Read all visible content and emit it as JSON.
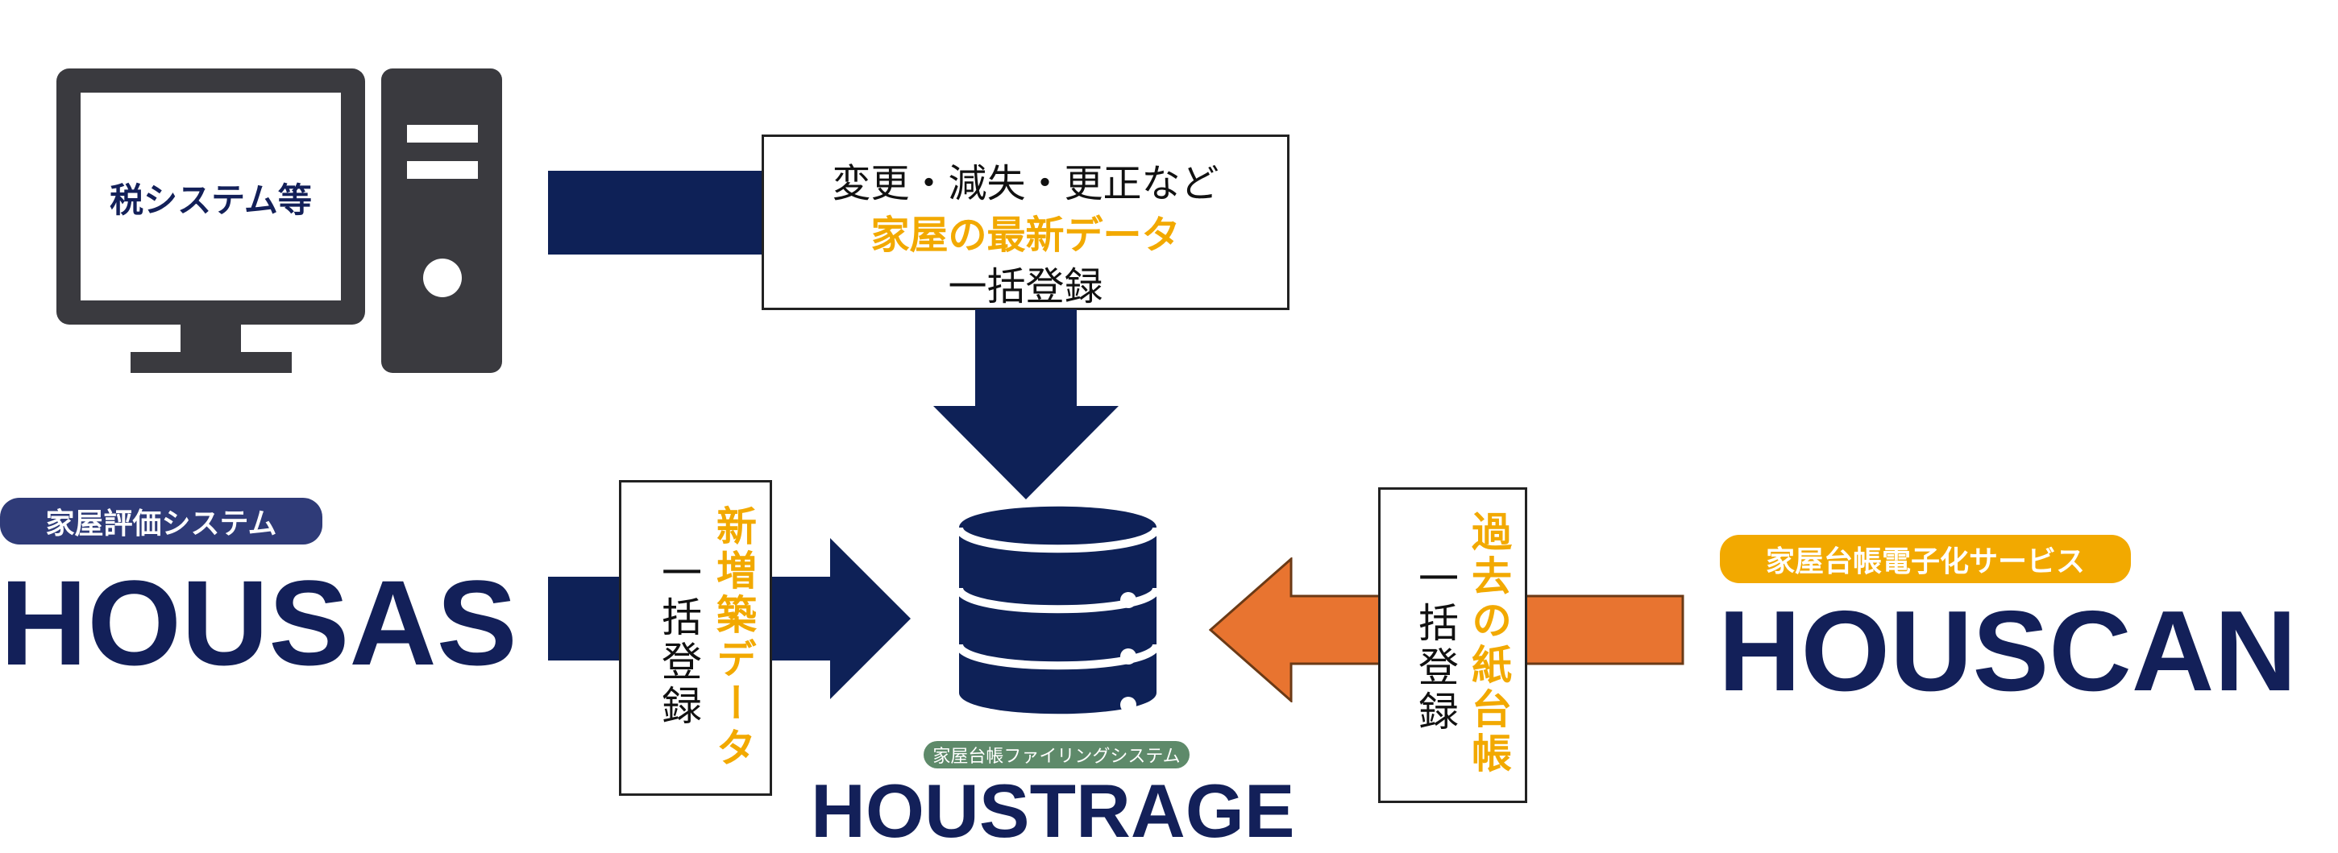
{
  "tax_system": {
    "screen_label": "税システム等",
    "icon": "desktop-computer-icon"
  },
  "update_box": {
    "line1": "変更・減失・更正など",
    "line2": "家屋の最新データ",
    "line3": "一括登録"
  },
  "housas": {
    "badge": "家屋評価システム",
    "logo": "HOUSAS"
  },
  "new_box": {
    "highlight": "新増築データ",
    "plain": "一括登録"
  },
  "past_box": {
    "highlight": "過去の紙台帳",
    "plain": "一括登録"
  },
  "houscan": {
    "badge": "家屋台帳電子化サービス",
    "logo": "HOUSCAN"
  },
  "houstrage": {
    "badge": "家屋台帳ファイリングシステム",
    "logo_left": "HOUST",
    "logo_right": "RAGE",
    "icon": "database-icon"
  },
  "colors": {
    "navy": "#0e2157",
    "orange_arrow": "#e87430",
    "highlight_text": "#f2a900",
    "computer_gray": "#3a3a3f",
    "housas_badge": "#2f3b78",
    "houscan_badge": "#f2a900",
    "houstrage_badge": "#5e8a6a"
  }
}
